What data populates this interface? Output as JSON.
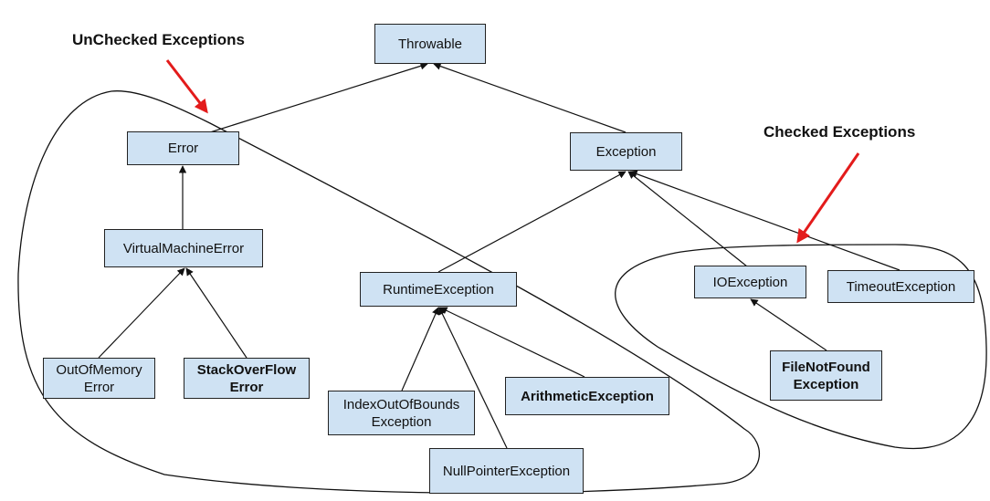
{
  "headings": {
    "unchecked": "UnChecked Exceptions",
    "checked": "Checked Exceptions"
  },
  "nodes": {
    "throwable": "Throwable",
    "error": "Error",
    "exception": "Exception",
    "virtual_machine_error": "VirtualMachineError",
    "runtime_exception": "RuntimeException",
    "io_exception": "IOException",
    "timeout_exception": "TimeoutException",
    "out_of_memory_error": "OutOfMemory\nError",
    "stack_overflow_error": "StackOverFlow\nError",
    "index_out_of_bounds_exception": "IndexOutOfBounds\nException",
    "arithmetic_exception": "ArithmeticException",
    "null_pointer_exception": "NullPointerException",
    "file_not_found_exception": "FileNotFound\nException"
  },
  "colors": {
    "box_fill": "#cfe2f3",
    "border": "#222222",
    "pointer_arrow": "#e31b1b"
  }
}
